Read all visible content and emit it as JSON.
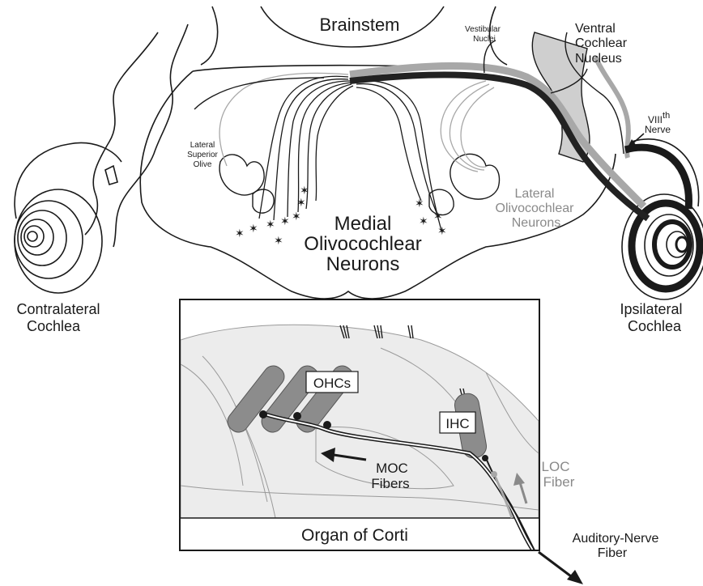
{
  "labels": {
    "brainstem": "Brainstem",
    "vestibular_nuclei": [
      "Vestibular",
      "Nuclei"
    ],
    "ventral_cochlear_nucleus": [
      "Ventral",
      "Cochlear",
      "Nucleus"
    ],
    "viii_nerve": {
      "roman": "VIII",
      "sup": "th",
      "word": "Nerve"
    },
    "lateral_superior_olive": [
      "Lateral",
      "Superior",
      "Olive"
    ],
    "lateral_olivocochlear_neurons": [
      "Lateral",
      "Olivocochlear",
      "Neurons"
    ],
    "medial_olivocochlear_neurons": [
      "Medial",
      "Olivocochlear",
      "Neurons"
    ],
    "contralateral_cochlea": [
      "Contralateral",
      "Cochlea"
    ],
    "ipsilateral_cochlea": [
      "Ipsilateral",
      "Cochlea"
    ],
    "ohcs": "OHCs",
    "ihc": "IHC",
    "moc_fibers": [
      "MOC",
      "Fibers"
    ],
    "loc_fiber": [
      "LOC",
      "Fiber"
    ],
    "organ_of_corti": "Organ of Corti",
    "auditory_nerve_fiber": [
      "Auditory-Nerve",
      "Fiber"
    ]
  },
  "colors": {
    "line": "#1a1a1a",
    "tract_dark": "#222222",
    "tract_gray": "#a8a8a8",
    "hair_cell": "#8c8c8c",
    "corti_fill": "#ececec",
    "label_gray": "#8a8a8a"
  }
}
